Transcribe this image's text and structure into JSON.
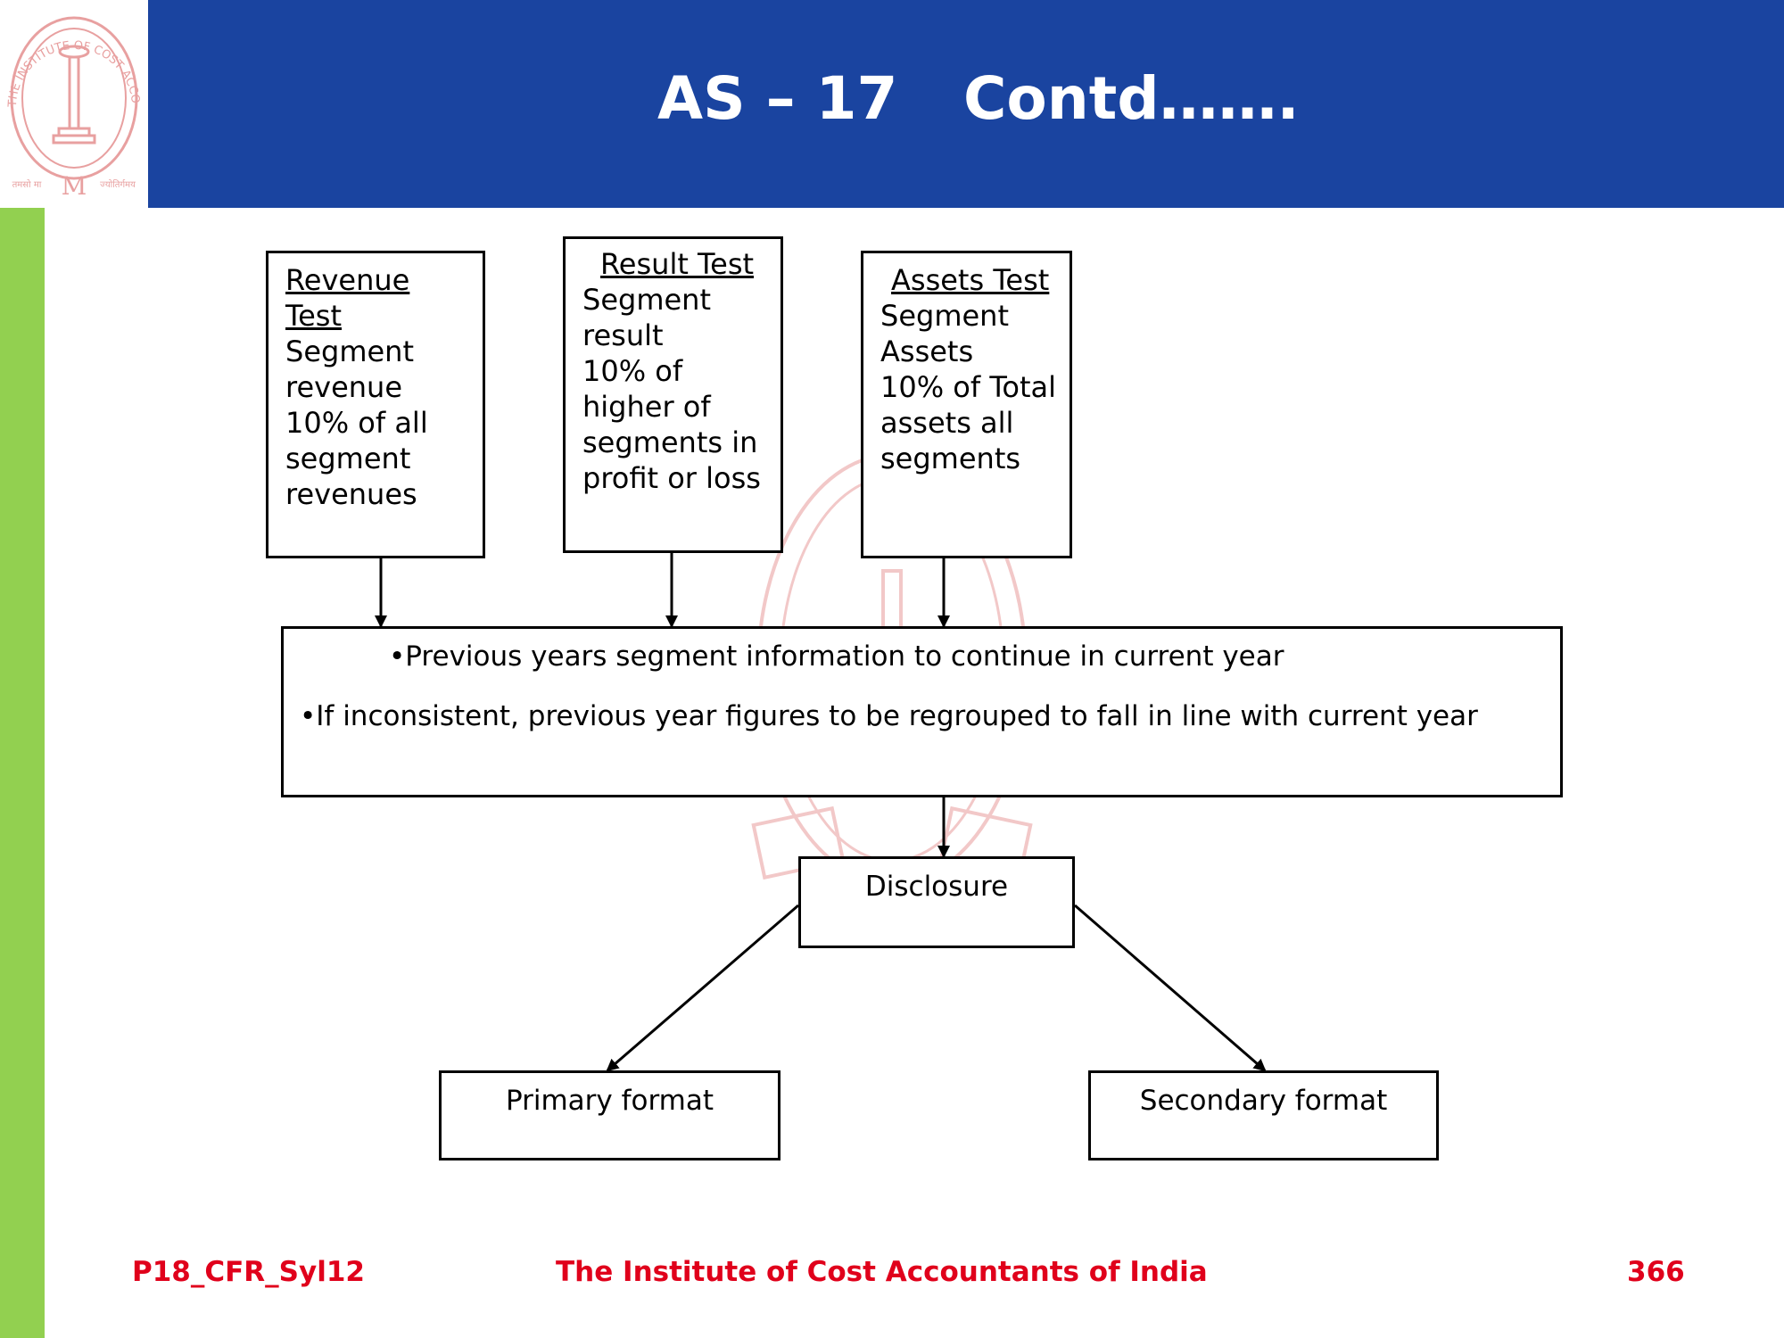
{
  "header": {
    "title_left": "AS – 17",
    "title_right": "Contd……."
  },
  "logo": {
    "ring_text": "THE INSTITUTE OF COST ACCOUNTANTS OF INDIA",
    "motto_left": "तमसो मा",
    "motto_right": "ज्योतिर्गमय",
    "monogram": "M"
  },
  "diagram": {
    "revenue_test": {
      "title_line1": "Revenue",
      "title_line2": "Test",
      "lines": [
        "Segment",
        "revenue",
        "10% of all",
        "segment",
        "revenues"
      ]
    },
    "result_test": {
      "title": "Result Test",
      "lines": [
        "Segment",
        "result",
        "10% of",
        "higher of",
        "segments in",
        "profit or loss"
      ]
    },
    "assets_test": {
      "title": "Assets Test",
      "lines": [
        "Segment",
        "Assets",
        "10% of Total",
        "assets all",
        "segments"
      ]
    },
    "info_box": {
      "bullet1": "•Previous years segment information to continue in current year",
      "bullet2": "•If inconsistent, previous year figures to be regrouped to fall in line with current year"
    },
    "disclosure": "Disclosure",
    "primary": "Primary format",
    "secondary": "Secondary format"
  },
  "footer": {
    "code": "P18_CFR_Syl12",
    "institute": "The Institute of Cost Accountants of India",
    "page": "366"
  },
  "colors": {
    "header_blue": "#1a44a0",
    "side_green": "#92d050",
    "footer_red": "#e0001b",
    "logo_red": "#e8a0a0"
  }
}
